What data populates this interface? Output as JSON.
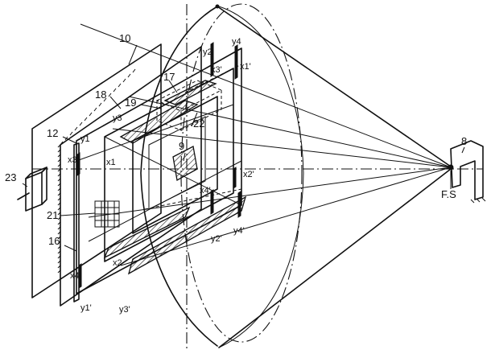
{
  "figure": {
    "labels": {
      "n10": "10",
      "n12": "12",
      "n16": "16",
      "n17": "17",
      "n18": "18",
      "n19": "19",
      "n21": "21",
      "n22": "22",
      "n23": "23",
      "n9": "9",
      "n8": "8",
      "fs": "F.S",
      "x1": "x1",
      "x1p": "x1'",
      "x2": "x2",
      "x2p": "x2'",
      "x3": "x3",
      "x3p": "x3'",
      "x4": "x4",
      "x4p": "x4'",
      "y1": "y1",
      "y1p": "y1'",
      "y2": "y2",
      "y2p": "y2'",
      "y3": "y3",
      "y3p": "y3'",
      "y4": "y4",
      "y4p": "y4'"
    }
  }
}
